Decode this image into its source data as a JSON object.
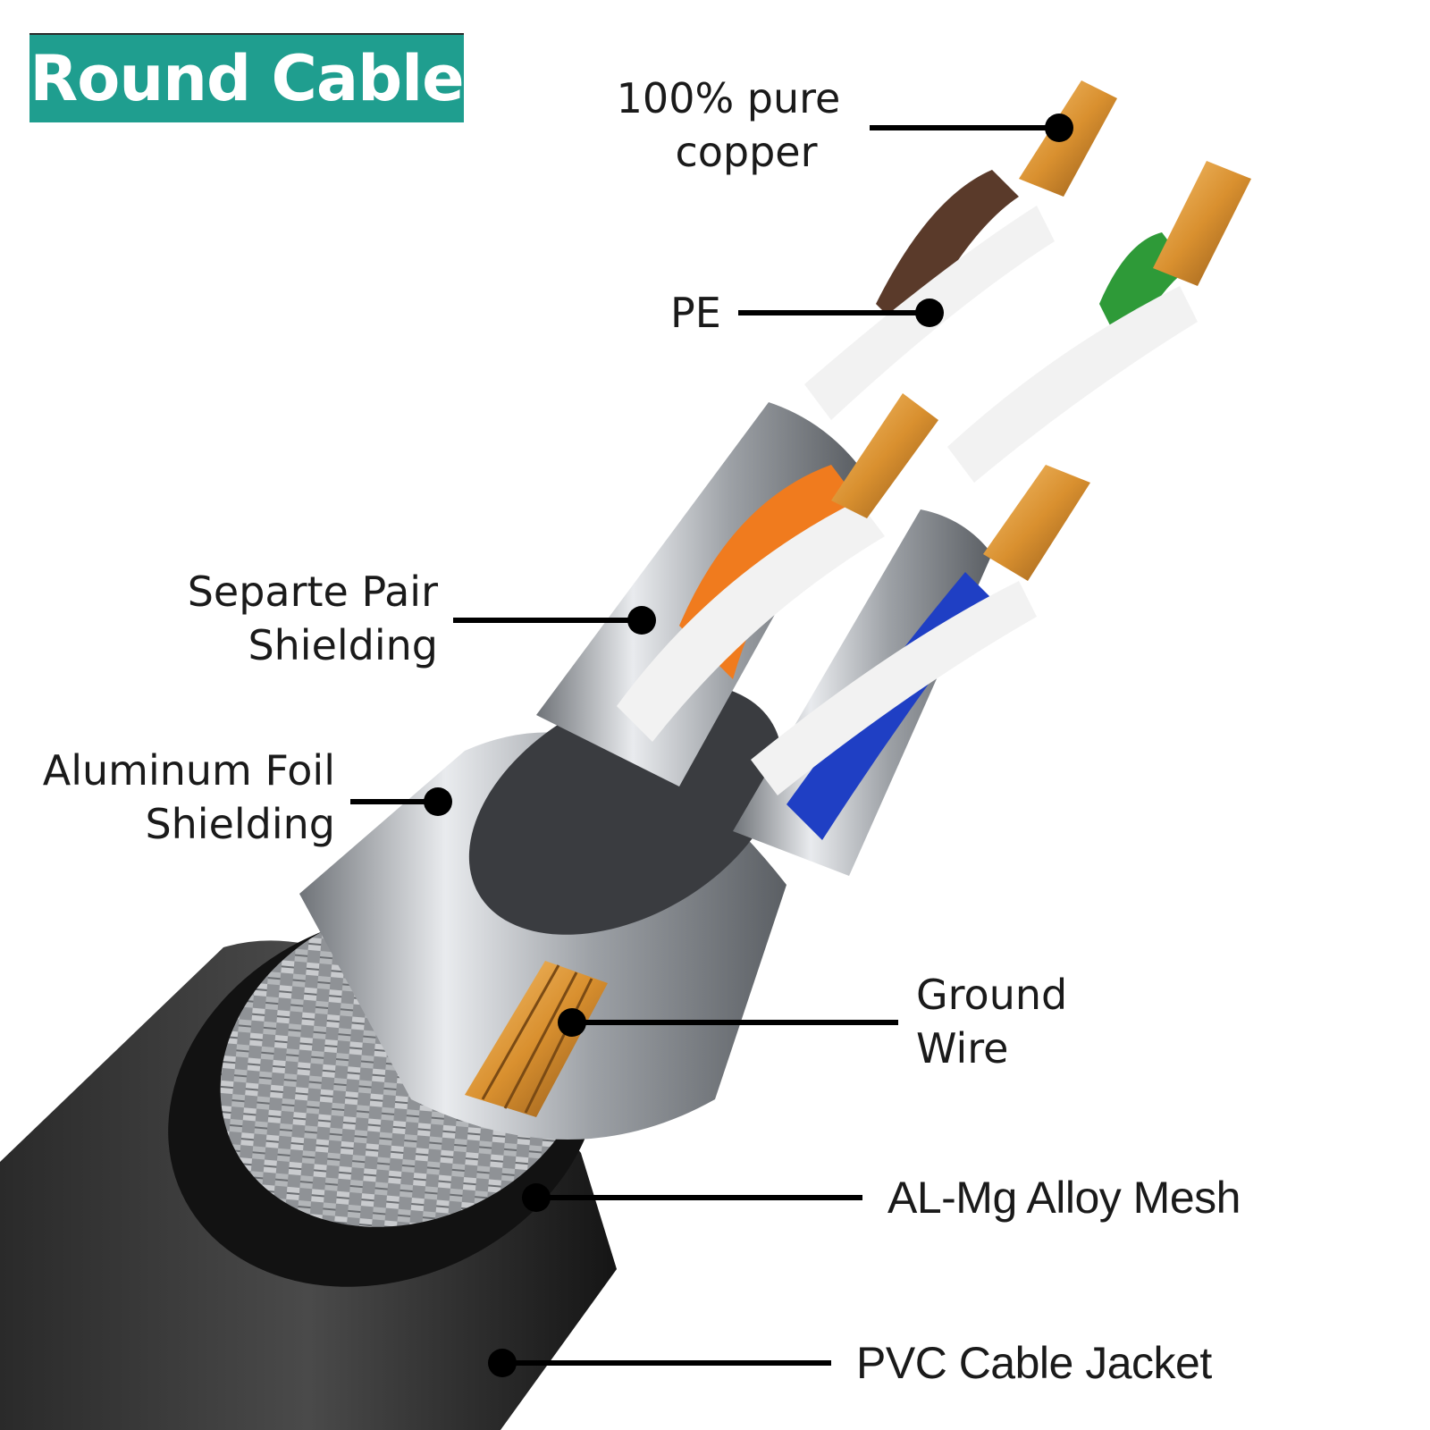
{
  "badge": {
    "label": "Round Cable",
    "color": "#1f9e8f"
  },
  "labels": {
    "copper": [
      "100% pure",
      "copper"
    ],
    "pe": "PE",
    "pair_shielding": [
      "Separte Pair",
      "Shielding"
    ],
    "foil_shielding": [
      "Aluminum Foil",
      "Shielding"
    ],
    "ground_wire": [
      "Ground",
      "Wire"
    ],
    "mesh": "AL-Mg Alloy Mesh",
    "jacket": "PVC Cable Jacket"
  },
  "colors": {
    "copper": "#d9902f",
    "foil": "#b9bcc0",
    "jacket": "#1c1c1c",
    "pair_orange": "#f07b1e",
    "pair_green": "#2e9a38",
    "pair_blue": "#1f3fc4",
    "pair_brown": "#5a3a2a",
    "insulation": "#f2f2f2",
    "leader": "#000000"
  }
}
